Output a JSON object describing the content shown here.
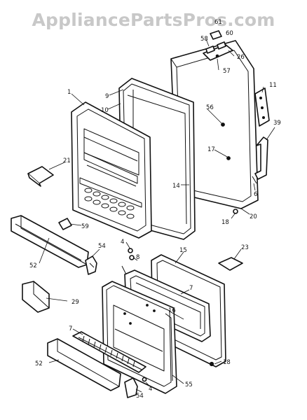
{
  "watermark": "AppliancePartsPros.com",
  "callouts": {
    "c1": "1",
    "c9": "9",
    "c10": "10",
    "c21": "21",
    "c59": "59",
    "c52a": "52",
    "c54a": "54",
    "c4a": "4",
    "c8": "8",
    "c29": "29",
    "c7a": "7",
    "c52b": "52",
    "c54b": "54",
    "c4b": "4",
    "c55": "55",
    "c16": "16",
    "c18a": "18",
    "c7b": "7",
    "c15": "15",
    "c23": "23",
    "c14": "14",
    "c18b": "18",
    "c20": "20",
    "c6": "6",
    "c17": "17",
    "c39": "39",
    "c11": "11",
    "c56": "56",
    "c57": "57",
    "c26": "26",
    "c58": "58",
    "c60": "60",
    "c61": "61"
  }
}
